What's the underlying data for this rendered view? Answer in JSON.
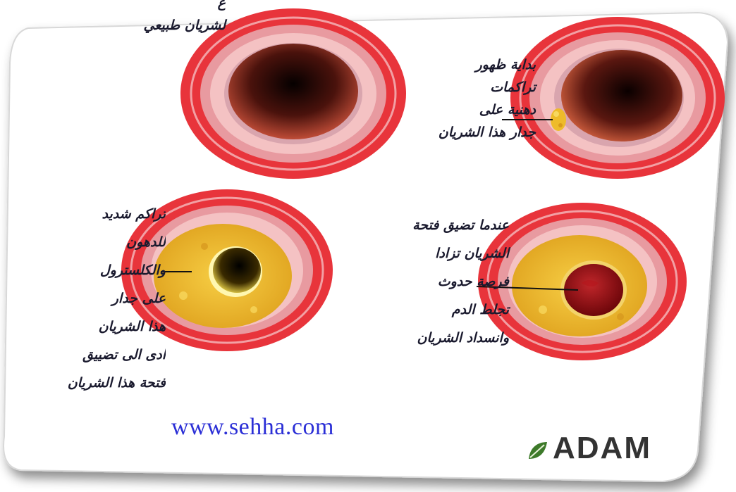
{
  "diagram": {
    "labels": {
      "normal": [
        "ع",
        "لشريان طبيعي"
      ],
      "early": [
        "بداية ظهور",
        "تراكمات",
        "دهنية على",
        "جدار هذا الشريان"
      ],
      "heavy": [
        "تراكم شديد",
        "للدهون",
        "والكلسترول",
        "على جدار",
        "هذا الشريان",
        "ادى الى تضييق",
        "فتحة هذا الشريان"
      ],
      "narrowed": [
        "عندما تضيق فتحة",
        "الشريان تزادا",
        "فرصة حدوث",
        "تجلط الدم",
        "وانسداد الشريان"
      ]
    },
    "watermark": "www.sehha.com",
    "brand": "ADAM",
    "colors": {
      "outer_wall": "#e8343b",
      "media": "#e89aa0",
      "lumen": "#2a0a08",
      "plaque": "#eebb2a",
      "clot": "#9a0f14",
      "watermark": "#2b2fd6"
    }
  }
}
